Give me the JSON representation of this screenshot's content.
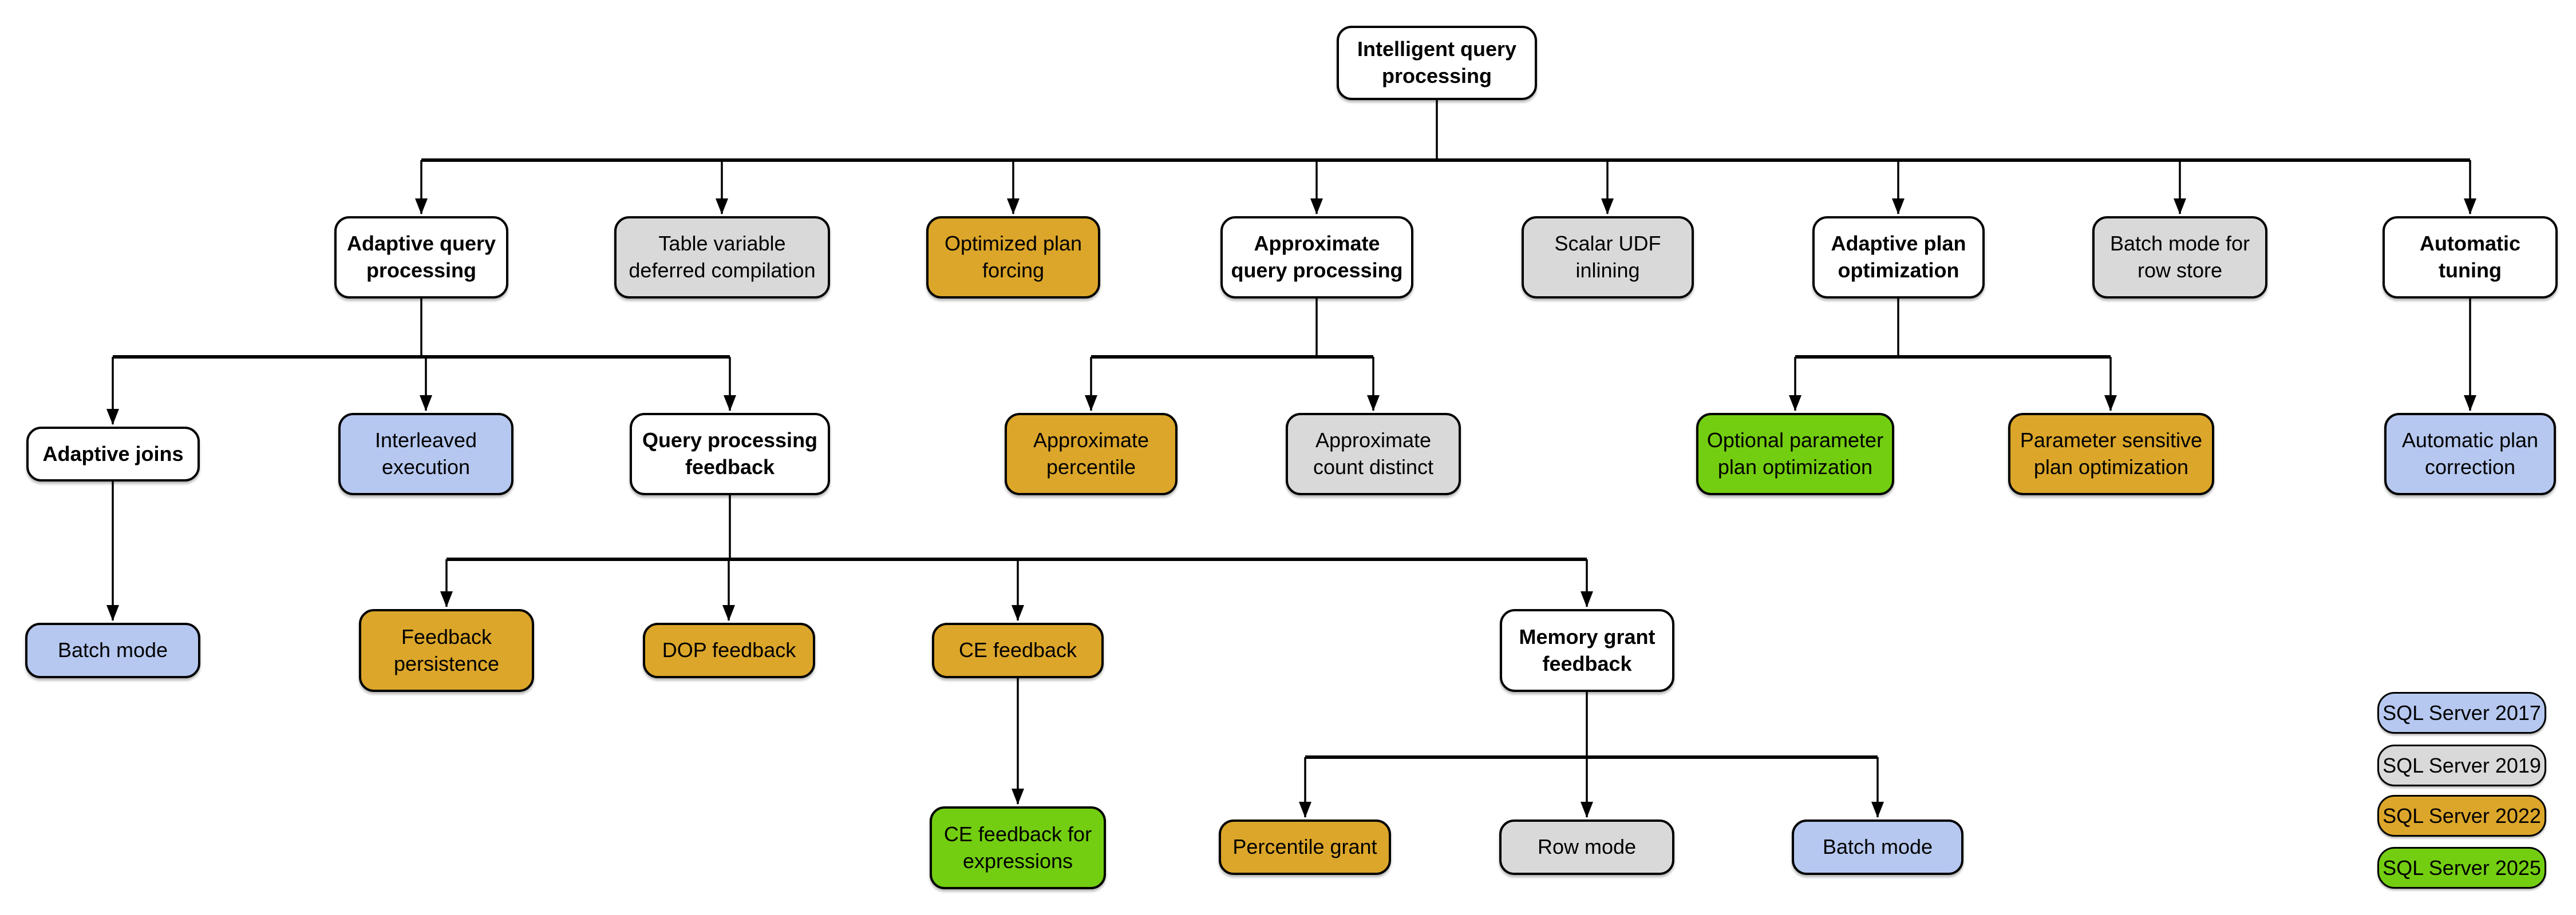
{
  "colors": {
    "sql2017_blue": "#b6c8f0",
    "sql2019_gray": "#d9d9d9",
    "sql2022_orange": "#dca62a",
    "sql2025_green": "#73ce11",
    "category_fill": "#ffffff",
    "line": "#000000"
  },
  "nodes": {
    "root": {
      "label": "Intelligent query processing",
      "version": "category"
    },
    "adaptive_query_processing": {
      "label": "Adaptive query processing",
      "version": "category"
    },
    "table_variable_deferred_compilation": {
      "label": "Table variable deferred compilation",
      "version": "SQL Server 2019"
    },
    "optimized_plan_forcing": {
      "label": "Optimized plan forcing",
      "version": "SQL Server 2022"
    },
    "approximate_query_processing": {
      "label": "Approximate query processing",
      "version": "category"
    },
    "scalar_udf_inlining": {
      "label": "Scalar UDF inlining",
      "version": "SQL Server 2019"
    },
    "adaptive_plan_optimization": {
      "label": "Adaptive plan optimization",
      "version": "category"
    },
    "batch_mode_for_row_store": {
      "label": "Batch mode for row store",
      "version": "SQL Server 2019"
    },
    "automatic_tuning": {
      "label": "Automatic tuning",
      "version": "category"
    },
    "adaptive_joins": {
      "label": "Adaptive joins",
      "version": "category"
    },
    "interleaved_execution": {
      "label": "Interleaved execution",
      "version": "SQL Server 2017"
    },
    "query_processing_feedback": {
      "label": "Query processing feedback",
      "version": "category"
    },
    "approximate_percentile": {
      "label": "Approximate percentile",
      "version": "SQL Server 2022"
    },
    "approximate_count_distinct": {
      "label": "Approximate count distinct",
      "version": "SQL Server 2019"
    },
    "optional_parameter_plan_optimization": {
      "label": "Optional parameter plan optimization",
      "version": "SQL Server 2025"
    },
    "parameter_sensitive_plan_optimization": {
      "label": "Parameter sensitive plan optimization",
      "version": "SQL Server 2022"
    },
    "automatic_plan_correction": {
      "label": "Automatic plan correction",
      "version": "SQL Server 2017"
    },
    "batch_mode_under_adaptive_joins": {
      "label": "Batch mode",
      "version": "SQL Server 2017"
    },
    "feedback_persistence": {
      "label": "Feedback persistence",
      "version": "SQL Server 2022"
    },
    "dop_feedback": {
      "label": "DOP feedback",
      "version": "SQL Server 2022"
    },
    "ce_feedback": {
      "label": "CE feedback",
      "version": "SQL Server 2022"
    },
    "memory_grant_feedback": {
      "label": "Memory grant feedback",
      "version": "category"
    },
    "ce_feedback_for_expressions": {
      "label": "CE feedback for expressions",
      "version": "SQL Server 2025"
    },
    "percentile_grant": {
      "label": "Percentile grant",
      "version": "SQL Server 2022"
    },
    "row_mode": {
      "label": "Row mode",
      "version": "SQL Server 2019"
    },
    "batch_mode_under_memory_grant": {
      "label": "Batch mode",
      "version": "SQL Server 2017"
    }
  },
  "edges": [
    [
      "root",
      "adaptive_query_processing"
    ],
    [
      "root",
      "table_variable_deferred_compilation"
    ],
    [
      "root",
      "optimized_plan_forcing"
    ],
    [
      "root",
      "approximate_query_processing"
    ],
    [
      "root",
      "scalar_udf_inlining"
    ],
    [
      "root",
      "adaptive_plan_optimization"
    ],
    [
      "root",
      "batch_mode_for_row_store"
    ],
    [
      "root",
      "automatic_tuning"
    ],
    [
      "adaptive_query_processing",
      "adaptive_joins"
    ],
    [
      "adaptive_query_processing",
      "interleaved_execution"
    ],
    [
      "adaptive_query_processing",
      "query_processing_feedback"
    ],
    [
      "approximate_query_processing",
      "approximate_percentile"
    ],
    [
      "approximate_query_processing",
      "approximate_count_distinct"
    ],
    [
      "adaptive_plan_optimization",
      "optional_parameter_plan_optimization"
    ],
    [
      "adaptive_plan_optimization",
      "parameter_sensitive_plan_optimization"
    ],
    [
      "automatic_tuning",
      "automatic_plan_correction"
    ],
    [
      "adaptive_joins",
      "batch_mode_under_adaptive_joins"
    ],
    [
      "query_processing_feedback",
      "feedback_persistence"
    ],
    [
      "query_processing_feedback",
      "dop_feedback"
    ],
    [
      "query_processing_feedback",
      "ce_feedback"
    ],
    [
      "query_processing_feedback",
      "memory_grant_feedback"
    ],
    [
      "ce_feedback",
      "ce_feedback_for_expressions"
    ],
    [
      "memory_grant_feedback",
      "percentile_grant"
    ],
    [
      "memory_grant_feedback",
      "row_mode"
    ],
    [
      "memory_grant_feedback",
      "batch_mode_under_memory_grant"
    ]
  ],
  "legend": {
    "items": [
      {
        "label": "SQL Server 2017",
        "color": "#b6c8f0"
      },
      {
        "label": "SQL Server 2019",
        "color": "#d9d9d9"
      },
      {
        "label": "SQL Server 2022",
        "color": "#dca62a"
      },
      {
        "label": "SQL Server 2025",
        "color": "#73ce11"
      }
    ]
  }
}
